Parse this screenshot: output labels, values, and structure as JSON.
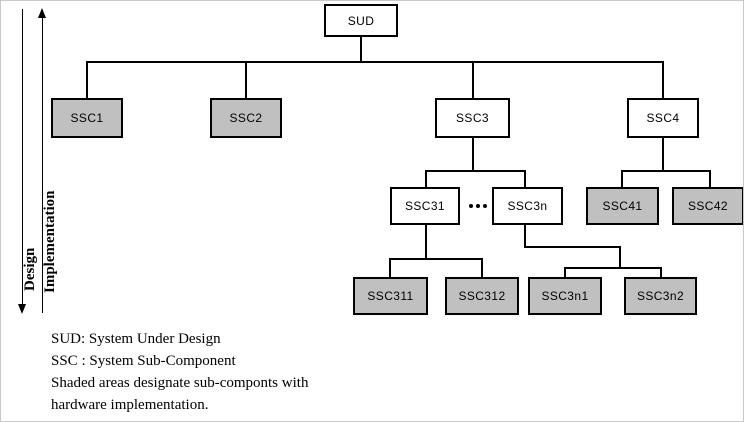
{
  "diagram": {
    "title": "SUD hierarchical decomposition tree",
    "colors": {
      "shaded_fill": "#c0c0c0",
      "unshaded_fill": "#ffffff",
      "stroke": "#000000",
      "background": "#ffffff"
    },
    "axes": [
      {
        "id": "design",
        "label": "Design",
        "direction": "down"
      },
      {
        "id": "implementation",
        "label": "Implementation",
        "direction": "up"
      }
    ],
    "nodes": [
      {
        "id": "sud",
        "label": "SUD",
        "shaded": false,
        "level": 0
      },
      {
        "id": "ssc1",
        "label": "SSC1",
        "shaded": true,
        "level": 1
      },
      {
        "id": "ssc2",
        "label": "SSC2",
        "shaded": true,
        "level": 1
      },
      {
        "id": "ssc3",
        "label": "SSC3",
        "shaded": false,
        "level": 1
      },
      {
        "id": "ssc4",
        "label": "SSC4",
        "shaded": false,
        "level": 1
      },
      {
        "id": "ssc31",
        "label": "SSC31",
        "shaded": false,
        "level": 2
      },
      {
        "id": "ssc3n",
        "label": "SSC3n",
        "shaded": false,
        "level": 2
      },
      {
        "id": "ssc41",
        "label": "SSC41",
        "shaded": true,
        "level": 2
      },
      {
        "id": "ssc42",
        "label": "SSC42",
        "shaded": true,
        "level": 2
      },
      {
        "id": "ssc311",
        "label": "SSC311",
        "shaded": true,
        "level": 3
      },
      {
        "id": "ssc312",
        "label": "SSC312",
        "shaded": true,
        "level": 3
      },
      {
        "id": "ssc3n1",
        "label": "SSC3n1",
        "shaded": true,
        "level": 3
      },
      {
        "id": "ssc3n2",
        "label": "SSC3n2",
        "shaded": true,
        "level": 3
      }
    ],
    "ellipsis": "...",
    "legend": {
      "line1": "SUD: System Under Design",
      "line2": "SSC : System Sub-Component",
      "line3": "Shaded areas designate sub-componts with",
      "line4": "hardware implementation."
    }
  }
}
